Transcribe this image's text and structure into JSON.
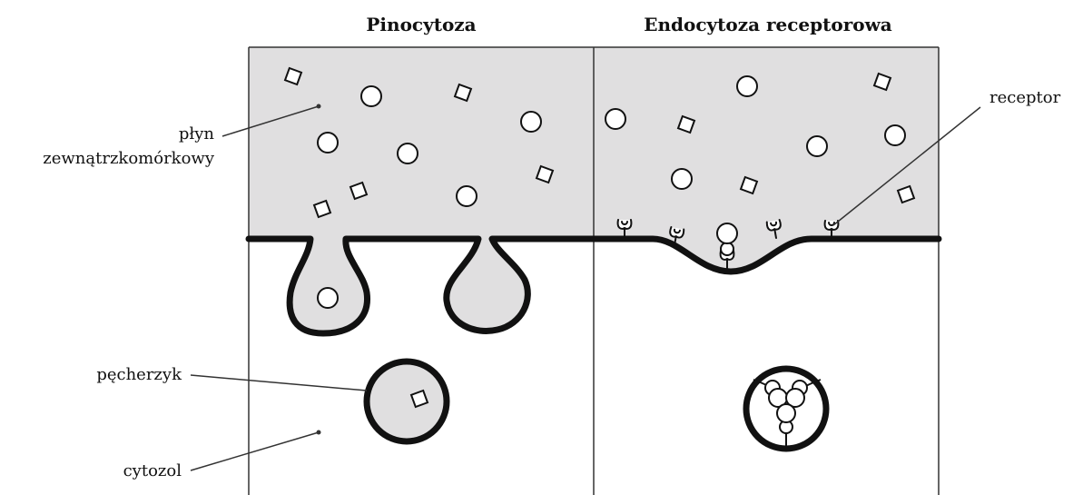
{
  "titles": {
    "pinocytosis": "Pinocytoza",
    "receptor_endocytosis": "Endocytoza receptorowa"
  },
  "labels": {
    "extracellular_fluid_line1": "płyn",
    "extracellular_fluid_line2": "zewnątrzkomórkowy",
    "vesicle": "pęcherzyk",
    "cytosol": "cytozol",
    "receptor": "receptor"
  },
  "colors": {
    "extracellular_fill": "#e0dfe0",
    "membrane": "#111111",
    "particle_fill": "#ffffff",
    "background": "#ffffff"
  }
}
